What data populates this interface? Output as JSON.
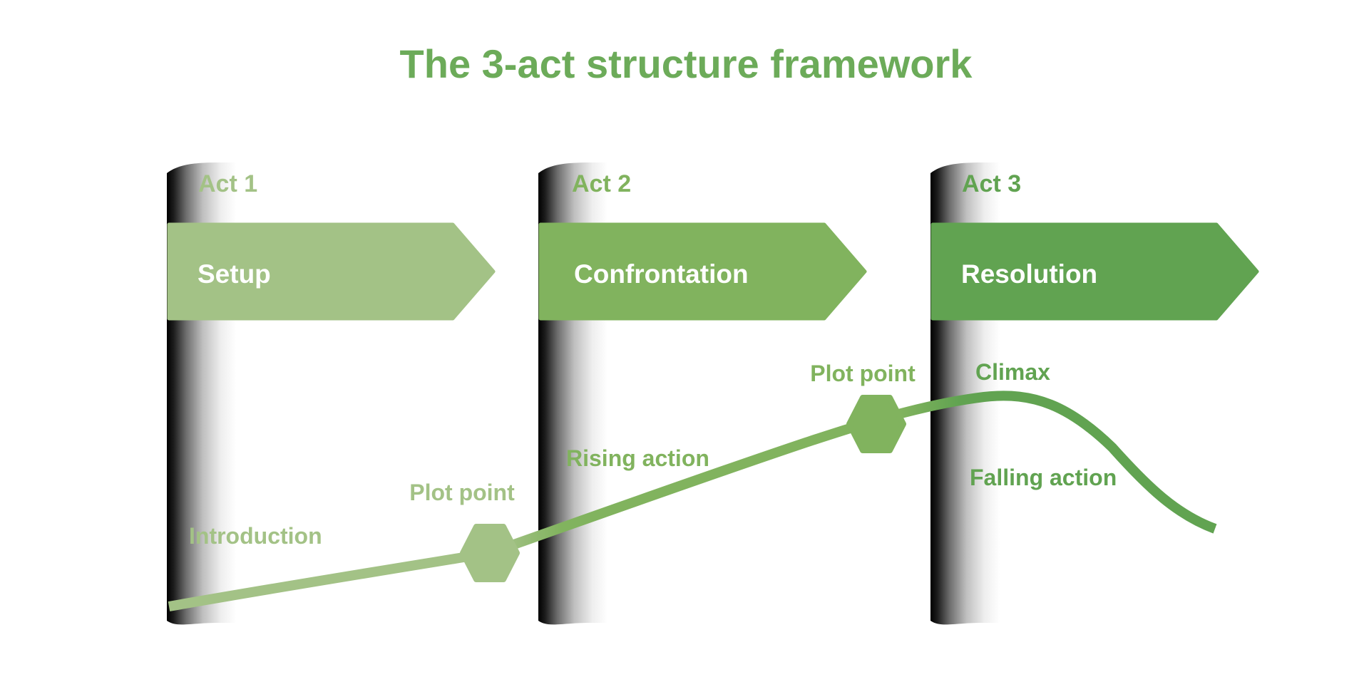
{
  "title": {
    "text": "The 3-act structure framework",
    "color": "#6cab59"
  },
  "colors": {
    "act1_green": "#a3c286",
    "act2_green": "#81b35e",
    "act3_green": "#61a351",
    "band_label_white": "#ffffff",
    "page_edge_dark": "#000000",
    "background": "#ffffff"
  },
  "acts": [
    {
      "act_label": "Act 1",
      "stage_label": "Setup"
    },
    {
      "act_label": "Act 2",
      "stage_label": "Confrontation"
    },
    {
      "act_label": "Act 3",
      "stage_label": "Resolution"
    }
  ],
  "curve": {
    "annotations": {
      "introduction": "Introduction",
      "plot_point_1": "Plot point",
      "rising_action": "Rising action",
      "plot_point_2": "Plot point",
      "climax": "Climax",
      "falling_action": "Falling action"
    }
  }
}
